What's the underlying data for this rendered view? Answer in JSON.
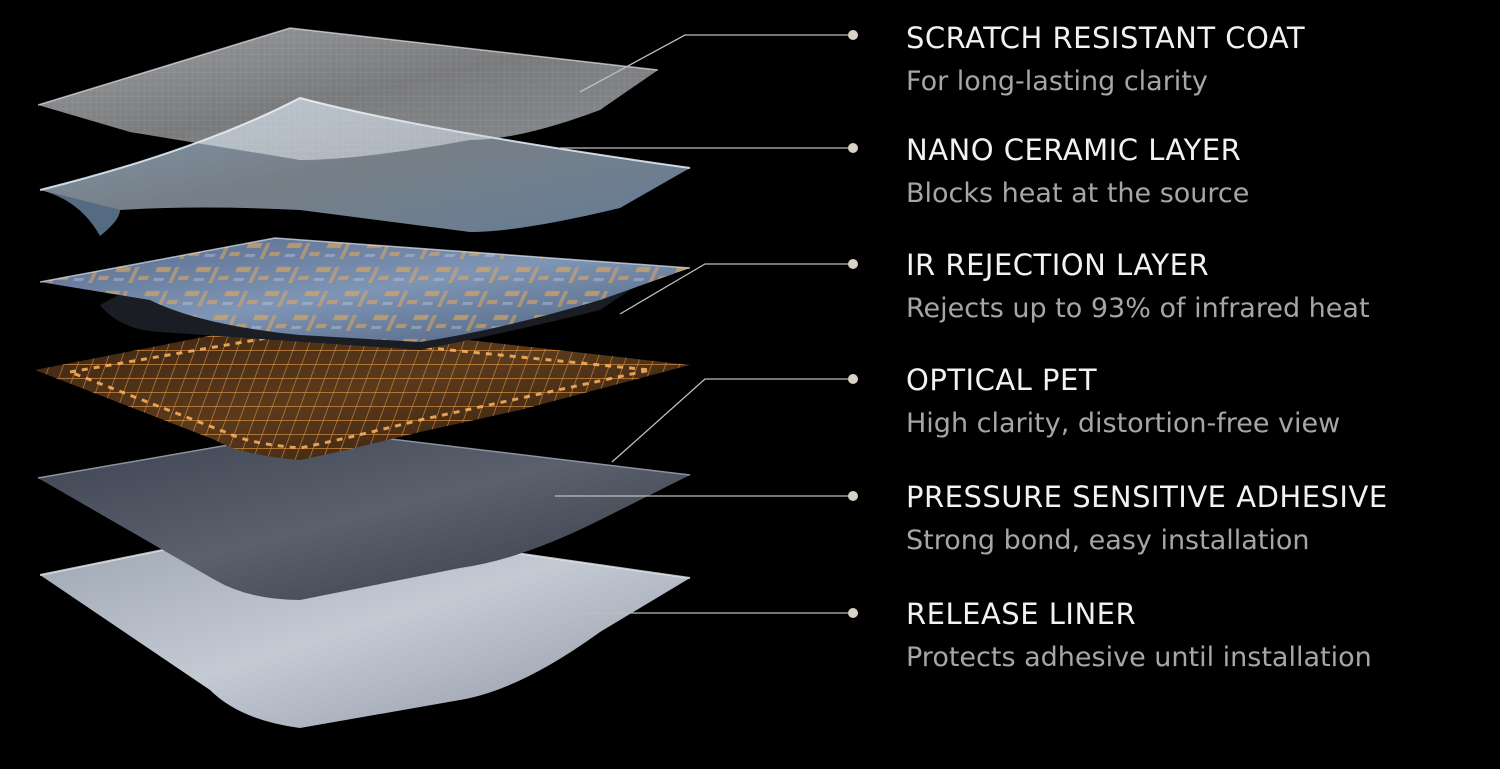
{
  "colors": {
    "background": "#000000",
    "title_text": "#f2f2f2",
    "desc_text": "#a6a6a6",
    "leader_line": "#bdbdbd",
    "leader_dot": "#d8d2c4",
    "circuit_gold": "#e0a85a",
    "grid_orange": "#f0a04a"
  },
  "layers": [
    {
      "title": "SCRATCH RESISTANT COAT",
      "description": "For long-lasting clarity"
    },
    {
      "title": "NANO CERAMIC LAYER",
      "description": "Blocks heat at the source"
    },
    {
      "title": "IR REJECTION LAYER",
      "description": "Rejects up to 93% of infrared heat"
    },
    {
      "title": "OPTICAL PET",
      "description": "High clarity, distortion-free view"
    },
    {
      "title": "PRESSURE SENSITIVE ADHESIVE",
      "description": "Strong bond, easy installation"
    },
    {
      "title": "RELEASE LINER",
      "description": "Protects adhesive until installation"
    }
  ]
}
